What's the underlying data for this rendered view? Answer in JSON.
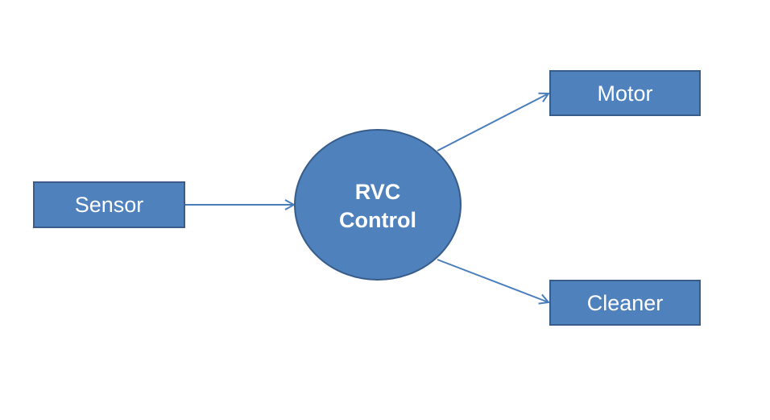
{
  "diagram": {
    "nodes": {
      "sensor": {
        "label": "Sensor",
        "shape": "rectangle"
      },
      "rvc_control": {
        "label_line1": "RVC",
        "label_line2": "Control",
        "shape": "circle"
      },
      "motor": {
        "label": "Motor",
        "shape": "rectangle"
      },
      "cleaner": {
        "label": "Cleaner",
        "shape": "rectangle"
      }
    },
    "edges": [
      {
        "from": "Sensor",
        "to": "RVC Control"
      },
      {
        "from": "RVC Control",
        "to": "Motor"
      },
      {
        "from": "RVC Control",
        "to": "Cleaner"
      }
    ],
    "colors": {
      "fill": "#4F81BD",
      "border": "#385D8A",
      "arrow": "#4A7EBB",
      "text": "#FFFFFF"
    }
  }
}
